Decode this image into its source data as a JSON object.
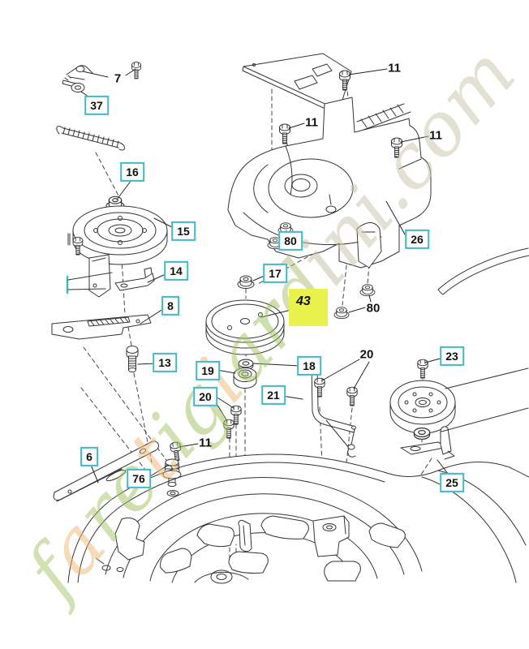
{
  "diagram": {
    "highlighted_callout": "43",
    "callouts": {
      "n6": "6",
      "n7": "7",
      "n8": "8",
      "n11a": "11",
      "n11b": "11",
      "n11c": "11",
      "n11d": "11",
      "n13": "13",
      "n14": "14",
      "n15": "15",
      "n16": "16",
      "n17": "17",
      "n18": "18",
      "n19": "19",
      "n20a": "20",
      "n20b": "20",
      "n21": "21",
      "n23": "23",
      "n25": "25",
      "n26": "26",
      "n37": "37",
      "n43": "43",
      "n76": "76",
      "n80a": "80",
      "n80b": "80"
    }
  },
  "watermark": {
    "text": "faretigiardini.com"
  },
  "colors": {
    "background": "#ffffff",
    "line_art": "#333333",
    "callout_box_border": "#3fb8c9",
    "callout_text": "#111111",
    "highlight_background": "#e9f24d",
    "watermark_green": "#a4c468",
    "watermark_orange": "#f0b875",
    "watermark_tan": "#c9c2ab"
  }
}
